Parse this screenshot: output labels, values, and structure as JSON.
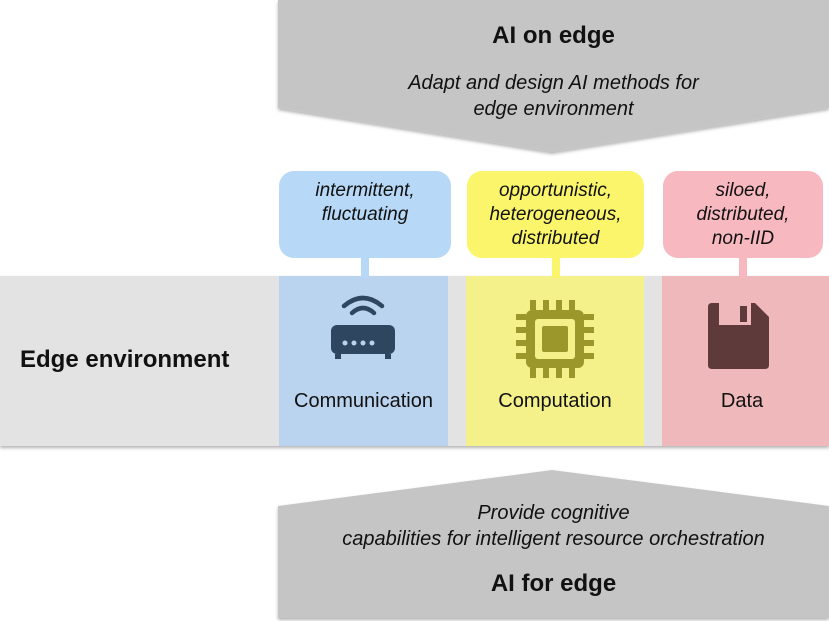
{
  "top_banner": {
    "title": "AI on edge",
    "subtitle_line1": "Adapt and design AI methods for",
    "subtitle_line2": "edge environment"
  },
  "bubbles": {
    "communication": {
      "line1": "intermittent,",
      "line2": "fluctuating"
    },
    "computation": {
      "line1": "opportunistic,",
      "line2": "heterogeneous,",
      "line3": "distributed"
    },
    "data": {
      "line1": "siloed,",
      "line2": "distributed,",
      "line3": "non-IID"
    }
  },
  "environment": {
    "label": "Edge environment",
    "columns": {
      "communication": "Communication",
      "computation": "Computation",
      "data": "Data"
    }
  },
  "bottom_banner": {
    "subtitle_line1": "Provide cognitive",
    "subtitle_line2": "capabilities for intelligent resource orchestration",
    "title": "AI for edge"
  },
  "colors": {
    "banner_gray": "#c5c5c5",
    "band_gray": "#e3e3e3",
    "communication": "#bad3ee",
    "computation": "#f5f18a",
    "data": "#efb9bc",
    "icon_comm": "#2e4660",
    "icon_comp": "#9b972a",
    "icon_data": "#5e3a3b"
  },
  "icons": {
    "communication": "wifi-router-icon",
    "computation": "cpu-chip-icon",
    "data": "floppy-disk-icon"
  }
}
